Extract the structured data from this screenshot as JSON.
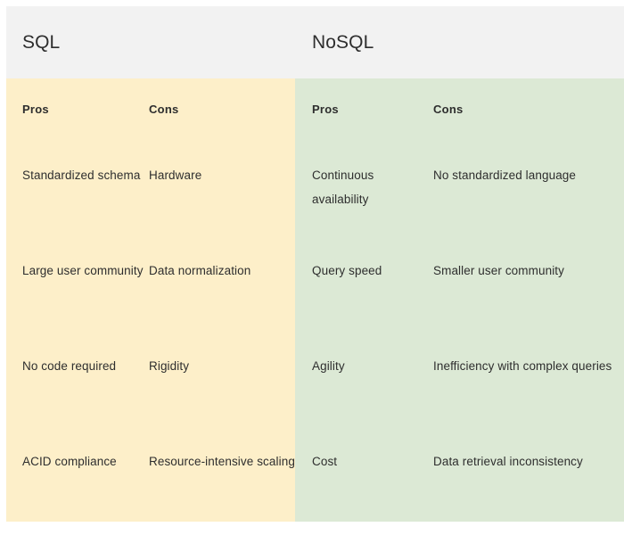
{
  "board": {
    "column_headers": {
      "pros": "Pros",
      "cons": "Cons"
    },
    "colors": {
      "header_background": "#F2F2F2",
      "sql_background": "#FDEFC9",
      "nosql_background": "#DCE9D5",
      "text": "#2E2E2E",
      "page_background": "#FFFFFF"
    },
    "panels": [
      {
        "title": "SQL",
        "rows": [
          {
            "pros": "Standardized schema",
            "cons": "Hardware"
          },
          {
            "pros": "Large user community",
            "cons": "Data normalization"
          },
          {
            "pros": "No code required",
            "cons": "Rigidity"
          },
          {
            "pros": "ACID compliance",
            "cons": "Resource-intensive scaling"
          }
        ]
      },
      {
        "title": "NoSQL",
        "rows": [
          {
            "pros": "Continuous availability",
            "cons": "No standardized language"
          },
          {
            "pros": "Query speed",
            "cons": "Smaller user community"
          },
          {
            "pros": "Agility",
            "cons": "Inefficiency with complex queries"
          },
          {
            "pros": "Cost",
            "cons": "Data retrieval inconsistency"
          }
        ]
      }
    ]
  }
}
